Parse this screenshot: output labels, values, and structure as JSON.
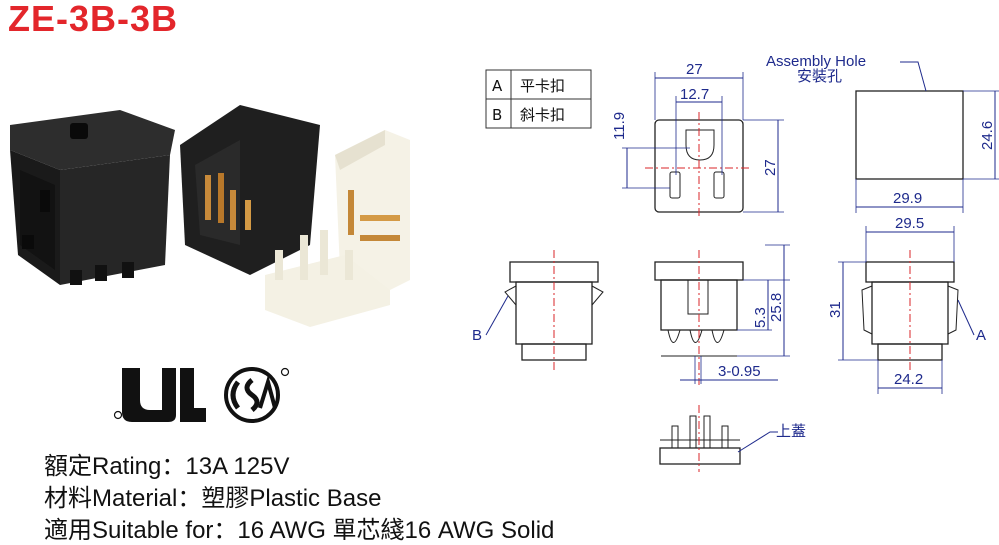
{
  "title": "ZE-3B-3B",
  "specs": {
    "rating": "額定Rating：13A 125V",
    "material": "材料Material：塑膠Plastic Base",
    "suitable": "適用Suitable for：16 AWG 單芯綫16 AWG Solid"
  },
  "latch_table": [
    {
      "key": "A",
      "value": "平卡扣"
    },
    {
      "key": "B",
      "value": "斜卡扣"
    }
  ],
  "assembly_hole": {
    "label_en": "Assembly Hole",
    "label_cn": "安裝孔"
  },
  "dimensions": {
    "d27_top": "27",
    "d12_7": "12.7",
    "d11_9": "11.9",
    "d27_side": "27",
    "d24_6": "24.6",
    "d29_9": "29.9",
    "d29_5": "29.5",
    "d31": "31",
    "d24_2": "24.2",
    "d5_3": "5.3",
    "d25_8": "25.8",
    "d3_095": "3-0.95"
  },
  "callouts": {
    "b": "B",
    "a": "A",
    "cover": "上蓋"
  },
  "colors": {
    "title": "#e3262b",
    "dimension": "#1e2a8c",
    "centerline": "#d9252a"
  }
}
